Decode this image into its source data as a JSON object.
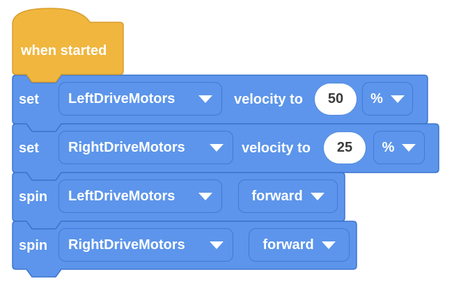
{
  "colors": {
    "block_fill": "#5C95EB",
    "block_stroke": "#3D74CE",
    "hat_fill": "#F0B63E",
    "hat_stroke": "#D89E2E",
    "field_border": "#4478D8",
    "input_fill": "#FFFFFF",
    "input_text": "#3B3B3B",
    "block_text": "#FFFFFF"
  },
  "icons": {
    "dropdown_arrow": "triangle-down"
  },
  "hat_block": {
    "label": "when started"
  },
  "blocks": [
    {
      "verb": "set",
      "motor": "LeftDriveMotors",
      "text_after": "velocity to",
      "value": "50",
      "unit": "%"
    },
    {
      "verb": "set",
      "motor": "RightDriveMotors",
      "text_after": "velocity to",
      "value": "25",
      "unit": "%"
    },
    {
      "verb": "spin",
      "motor": "LeftDriveMotors",
      "direction": "forward"
    },
    {
      "verb": "spin",
      "motor": "RightDriveMotors",
      "direction": "forward"
    }
  ]
}
